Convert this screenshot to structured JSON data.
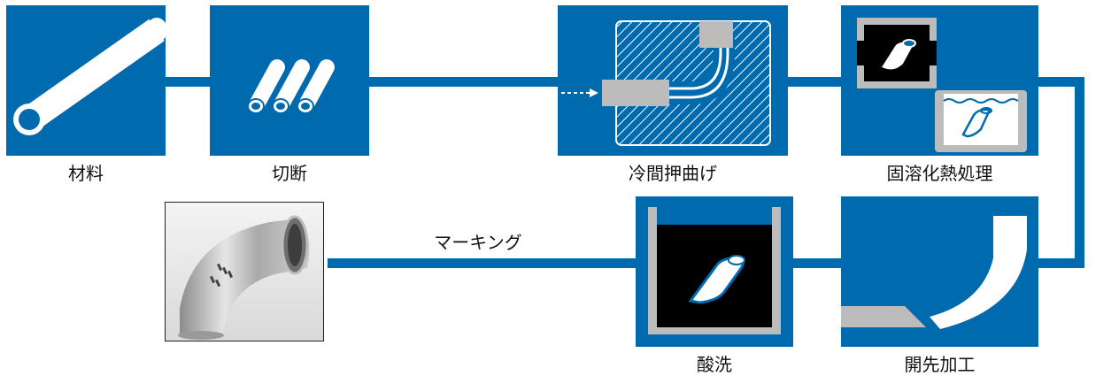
{
  "colors": {
    "process_blue": "#006aae",
    "connector": "#006aae",
    "steel": "#bcbcbc",
    "dark": "#000000"
  },
  "steps": {
    "material": "材料",
    "cutting": "切断",
    "cold_bending": "冷間押曲げ",
    "solution_treatment": "固溶化熱処理",
    "beveling": "開先加工",
    "pickling": "酸洗",
    "marking": "マーキング"
  },
  "photo": {
    "subject": "elbow-fitting-photo"
  }
}
